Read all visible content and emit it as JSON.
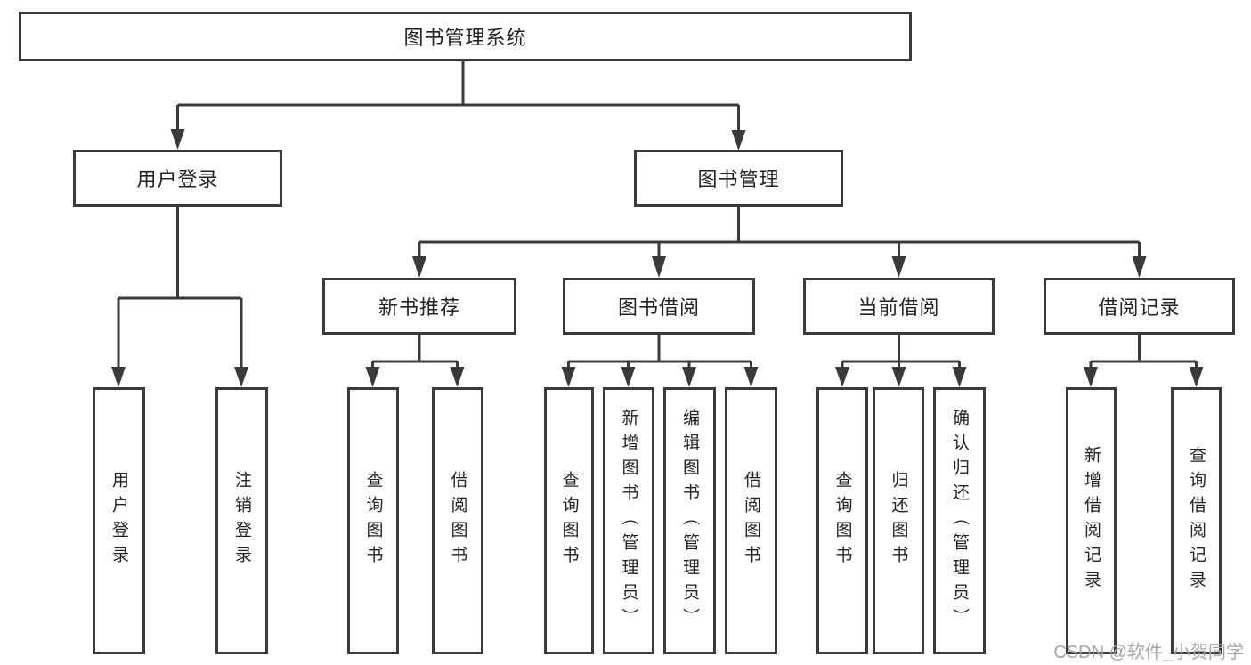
{
  "tree": {
    "root": {
      "label": "图书管理系统"
    },
    "children": [
      {
        "label": "用户登录",
        "children": [
          {
            "label": "用户登录"
          },
          {
            "label": "注销登录"
          }
        ]
      },
      {
        "label": "图书管理",
        "children": [
          {
            "label": "新书推荐",
            "children": [
              {
                "label": "查询图书"
              },
              {
                "label": "借阅图书"
              }
            ]
          },
          {
            "label": "图书借阅",
            "children": [
              {
                "label": "查询图书"
              },
              {
                "label": "新增图书（管理员）"
              },
              {
                "label": "编辑图书（管理员）"
              },
              {
                "label": "借阅图书"
              }
            ]
          },
          {
            "label": "当前借阅",
            "children": [
              {
                "label": "查询图书"
              },
              {
                "label": "归还图书"
              },
              {
                "label": "确认归还（管理员）"
              }
            ]
          },
          {
            "label": "借阅记录",
            "children": [
              {
                "label": "新增借阅记录"
              },
              {
                "label": "查询借阅记录"
              }
            ]
          }
        ]
      }
    ]
  },
  "watermark": {
    "text": "CSDN @软件_小贺同学"
  },
  "colors": {
    "line": "#3a3a3a",
    "text": "#222222",
    "watermark": "#a6a6a6",
    "background": "#ffffff"
  }
}
